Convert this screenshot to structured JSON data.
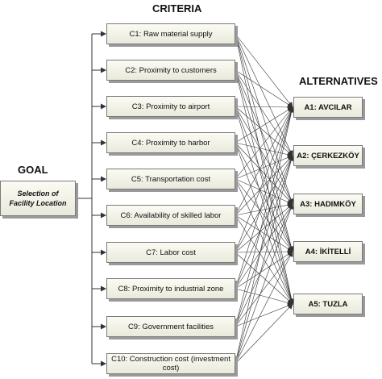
{
  "headings": {
    "criteria": "CRITERIA",
    "alternatives": "ALTERNATIVES",
    "goal": "GOAL"
  },
  "goal": {
    "label": "Selection of Facility Location"
  },
  "criteria": [
    "C1: Raw material supply",
    "C2: Proximity to customers",
    "C3: Proximity to airport",
    "C4: Proximity to harbor",
    "C5: Transportation cost",
    "C6: Availability of skilled labor",
    "C7: Labor cost",
    "C8: Proximity to industrial zone",
    "C9: Government facilities",
    "C10: Construction cost (investment cost)"
  ],
  "alternatives": [
    "A1: AVCILAR",
    "A2: ÇERKEZKÖY",
    "A3: HADIMKÖY",
    "A4: İKİTELLİ",
    "A5: TUZLA"
  ],
  "colors": {
    "connector": "#333333",
    "box_border": "#7a7a7a",
    "box_fill": "#f3f3e8",
    "shadow": "#9a9a9a"
  }
}
